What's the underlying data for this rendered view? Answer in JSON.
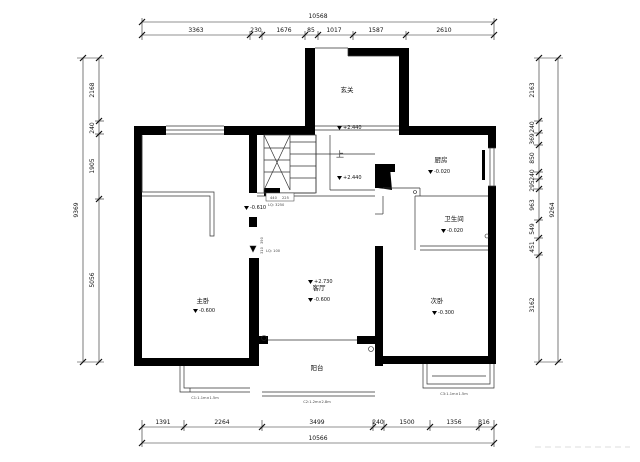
{
  "plan": {
    "top_overall": "10568",
    "top_segments": [
      "3363",
      "230",
      "1676",
      "85",
      "1017",
      "1587",
      "2610"
    ],
    "bottom_segments": [
      "1391",
      "2264",
      "3499",
      "240",
      "1500",
      "1356",
      "316"
    ],
    "bottom_overall": "10566",
    "left_overall": "9369",
    "left_segments": [
      "2168",
      "240",
      "1905",
      "5056"
    ],
    "right_overall": "9264",
    "right_segments": [
      "2163",
      "240",
      "369",
      "850",
      "240",
      "295",
      "963",
      "549",
      "451",
      "3162"
    ],
    "rooms": {
      "entrance": "玄关",
      "kitchen": "厨房",
      "bathroom": "卫生间",
      "master_bedroom": "主卧",
      "living_room": "客厅",
      "second_bedroom": "次卧",
      "balcony": "阳台"
    },
    "elevations": {
      "entrance_top": "+2.440",
      "stair_landing": "+2.440",
      "kitchen": "-0.020",
      "bathroom": "-0.020",
      "master_bedroom": "-0.600",
      "living_top": "+2.730",
      "living": "-0.600",
      "second_bedroom": "-0.300",
      "corridor_left": "-0.610"
    },
    "stair_up_label": "上",
    "beam_label": "440",
    "beam_label_2": "225",
    "column_label": "390",
    "column_label_2": "310",
    "window_tags": {
      "left": "C1:1.1m×1.5m",
      "middle": "C2:1.2m×2.8m",
      "right": "C3:1.1m×1.5m"
    },
    "small_notes": [
      "LQ: 3250",
      "LQ: 100"
    ]
  }
}
